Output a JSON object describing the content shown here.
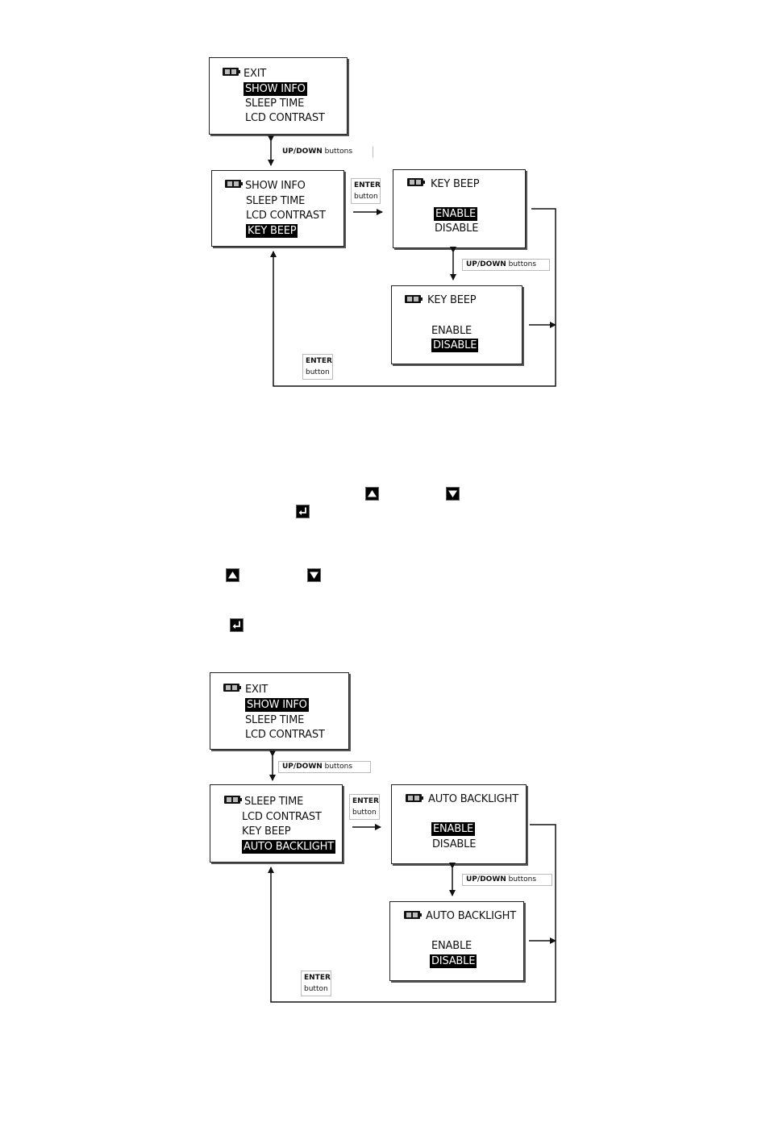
{
  "diagram1": {
    "main_menu": {
      "lines": [
        "EXIT",
        "SHOW INFO",
        "SLEEP TIME",
        "LCD CONTRAST"
      ],
      "selected": "SHOW INFO"
    },
    "scrolled_menu": {
      "lines": [
        "SHOW INFO",
        "SLEEP TIME",
        "LCD CONTRAST",
        "KEY BEEP"
      ],
      "selected": "KEY BEEP"
    },
    "option_enable": {
      "title": "KEY BEEP",
      "options": [
        "ENABLE",
        "DISABLE"
      ],
      "selected": "ENABLE"
    },
    "option_disable": {
      "title": "KEY BEEP",
      "options": [
        "ENABLE",
        "DISABLE"
      ],
      "selected": "DISABLE"
    },
    "updown_label_1": {
      "bold": "UP/DOWN",
      "rest": " buttons"
    },
    "updown_label_2": {
      "bold": "UP/DOWN",
      "rest": " buttons"
    },
    "enter_label_1": {
      "bold": "ENTER",
      "rest": "button"
    },
    "enter_label_2": {
      "bold": "ENTER",
      "rest": "button"
    }
  },
  "diagram2": {
    "main_menu": {
      "lines": [
        "EXIT",
        "SHOW INFO",
        "SLEEP TIME",
        "LCD CONTRAST"
      ],
      "selected": "SHOW INFO"
    },
    "scrolled_menu": {
      "lines": [
        "SLEEP TIME",
        "LCD CONTRAST",
        "KEY BEEP",
        "AUTO BACKLIGHT"
      ],
      "selected": "AUTO BACKLIGHT"
    },
    "option_enable": {
      "title": "AUTO BACKLIGHT",
      "options": [
        "ENABLE",
        "DISABLE"
      ],
      "selected": "ENABLE"
    },
    "option_disable": {
      "title": "AUTO BACKLIGHT",
      "options": [
        "ENABLE",
        "DISABLE"
      ],
      "selected": "DISABLE"
    },
    "updown_label_1": {
      "bold": "UP/DOWN",
      "rest": " buttons"
    },
    "updown_label_2": {
      "bold": "UP/DOWN",
      "rest": " buttons"
    },
    "enter_label_1": {
      "bold": "ENTER",
      "rest": "button"
    },
    "enter_label_2": {
      "bold": "ENTER",
      "rest": "button"
    }
  },
  "icons": [
    "up-button-icon",
    "down-button-icon",
    "enter-button-icon",
    "battery-icon"
  ]
}
